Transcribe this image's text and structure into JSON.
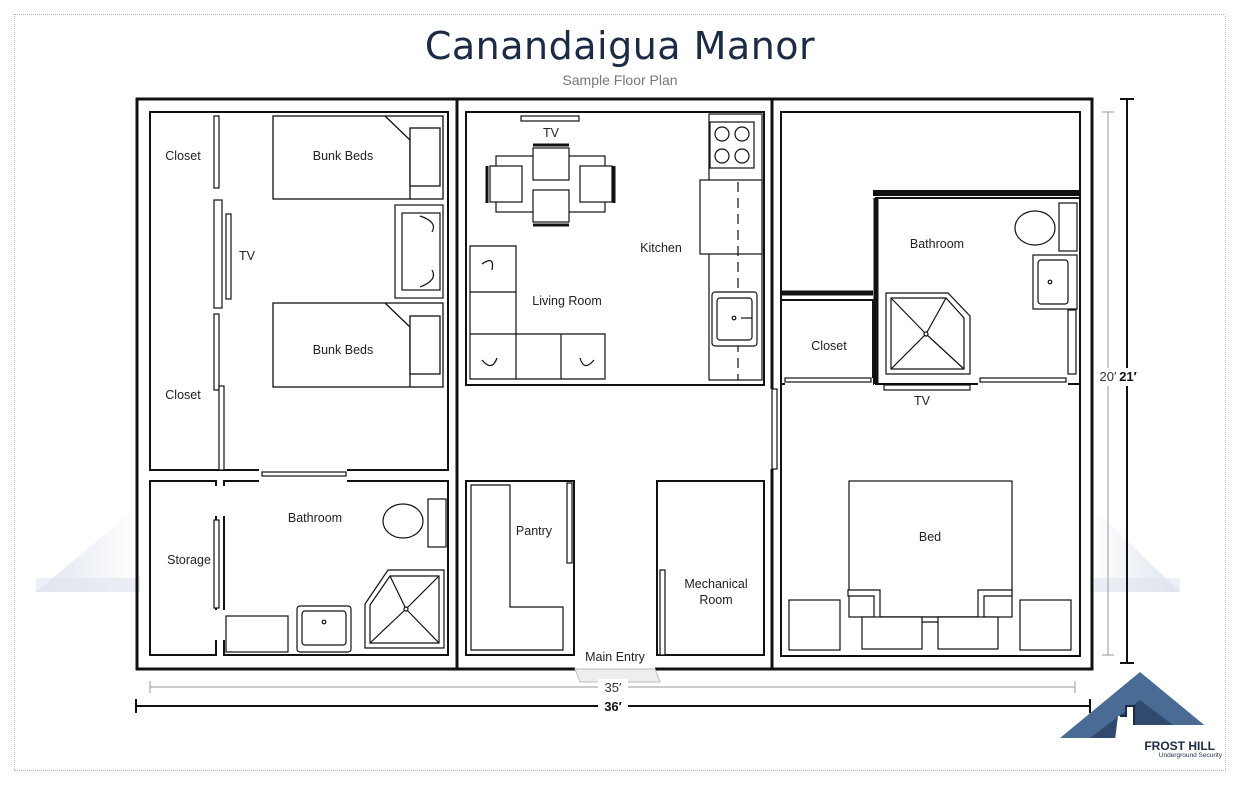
{
  "header": {
    "title": "Canandaigua Manor",
    "subtitle": "Sample Floor Plan"
  },
  "rooms": {
    "closet_top": "Closet",
    "bunk_beds_top": "Bunk Beds",
    "tv_left": "TV",
    "bunk_beds_bottom": "Bunk Beds",
    "closet_bottom": "Closet",
    "tv_living": "TV",
    "kitchen": "Kitchen",
    "living_room": "Living Room",
    "bathroom_right": "Bathroom",
    "closet_right": "Closet",
    "tv_right": "TV",
    "bathroom_left": "Bathroom",
    "storage": "Storage",
    "pantry": "Pantry",
    "mechanical_line1": "Mechanical",
    "mechanical_line2": "Room",
    "bed": "Bed",
    "main_entry": "Main Entry"
  },
  "dimensions": {
    "inner_width": "35′",
    "outer_width": "36′",
    "inner_height": "20′",
    "outer_height": "21′"
  },
  "logo": {
    "name": "FROST HILL",
    "tagline": "Underground Security"
  },
  "colors": {
    "title": "#1c2b44",
    "walls": "#111111",
    "logo_blue": "#4a6b94",
    "shadow": "#dfe5ee"
  }
}
